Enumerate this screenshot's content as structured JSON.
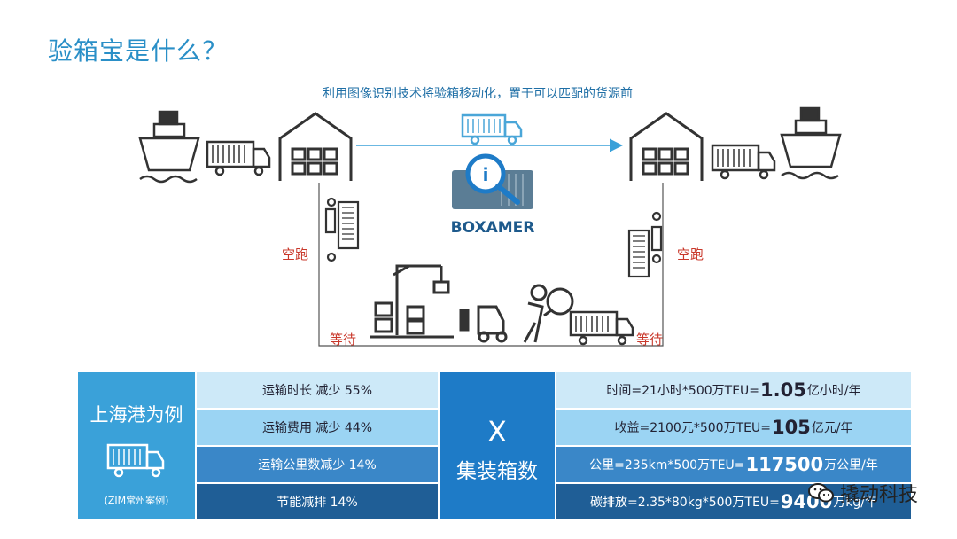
{
  "title": "验箱宝是什么？",
  "subtitle": "利用图像识别技术将验箱移动化，置于可以匹配的货源前",
  "logo_text": "BOXAMER",
  "labels": {
    "empty_run_left": "空跑",
    "empty_run_right": "空跑",
    "wait_left": "等待",
    "wait_right": "等待"
  },
  "table": {
    "left_title": "上海港为例",
    "left_case": "(ZIM常州案例)",
    "center_x": "X",
    "center_label": "集装箱数",
    "rows": [
      {
        "mid": "运输时长 减少 55%",
        "right_pre": "时间=21小时*500万TEU=",
        "right_big": "1.05",
        "right_post": "亿小时/年"
      },
      {
        "mid": "运输费用 减少 44%",
        "right_pre": "收益=2100元*500万TEU=",
        "right_big": "105",
        "right_post": "亿元/年"
      },
      {
        "mid": "运输公里数减少 14%",
        "right_pre": "公里=235km*500万TEU=",
        "right_big": "117500",
        "right_post": "万公里/年"
      },
      {
        "mid": "节能减排 14%",
        "right_pre": "碳排放=2.35*80kg*500万TEU=",
        "right_big": "9400",
        "right_post": "万kg/年"
      }
    ]
  },
  "watermark": "撬动科技",
  "colors": {
    "accent": "#2a8fc7",
    "red_label": "#c9382b",
    "dark_blue": "#1e7bc7"
  }
}
